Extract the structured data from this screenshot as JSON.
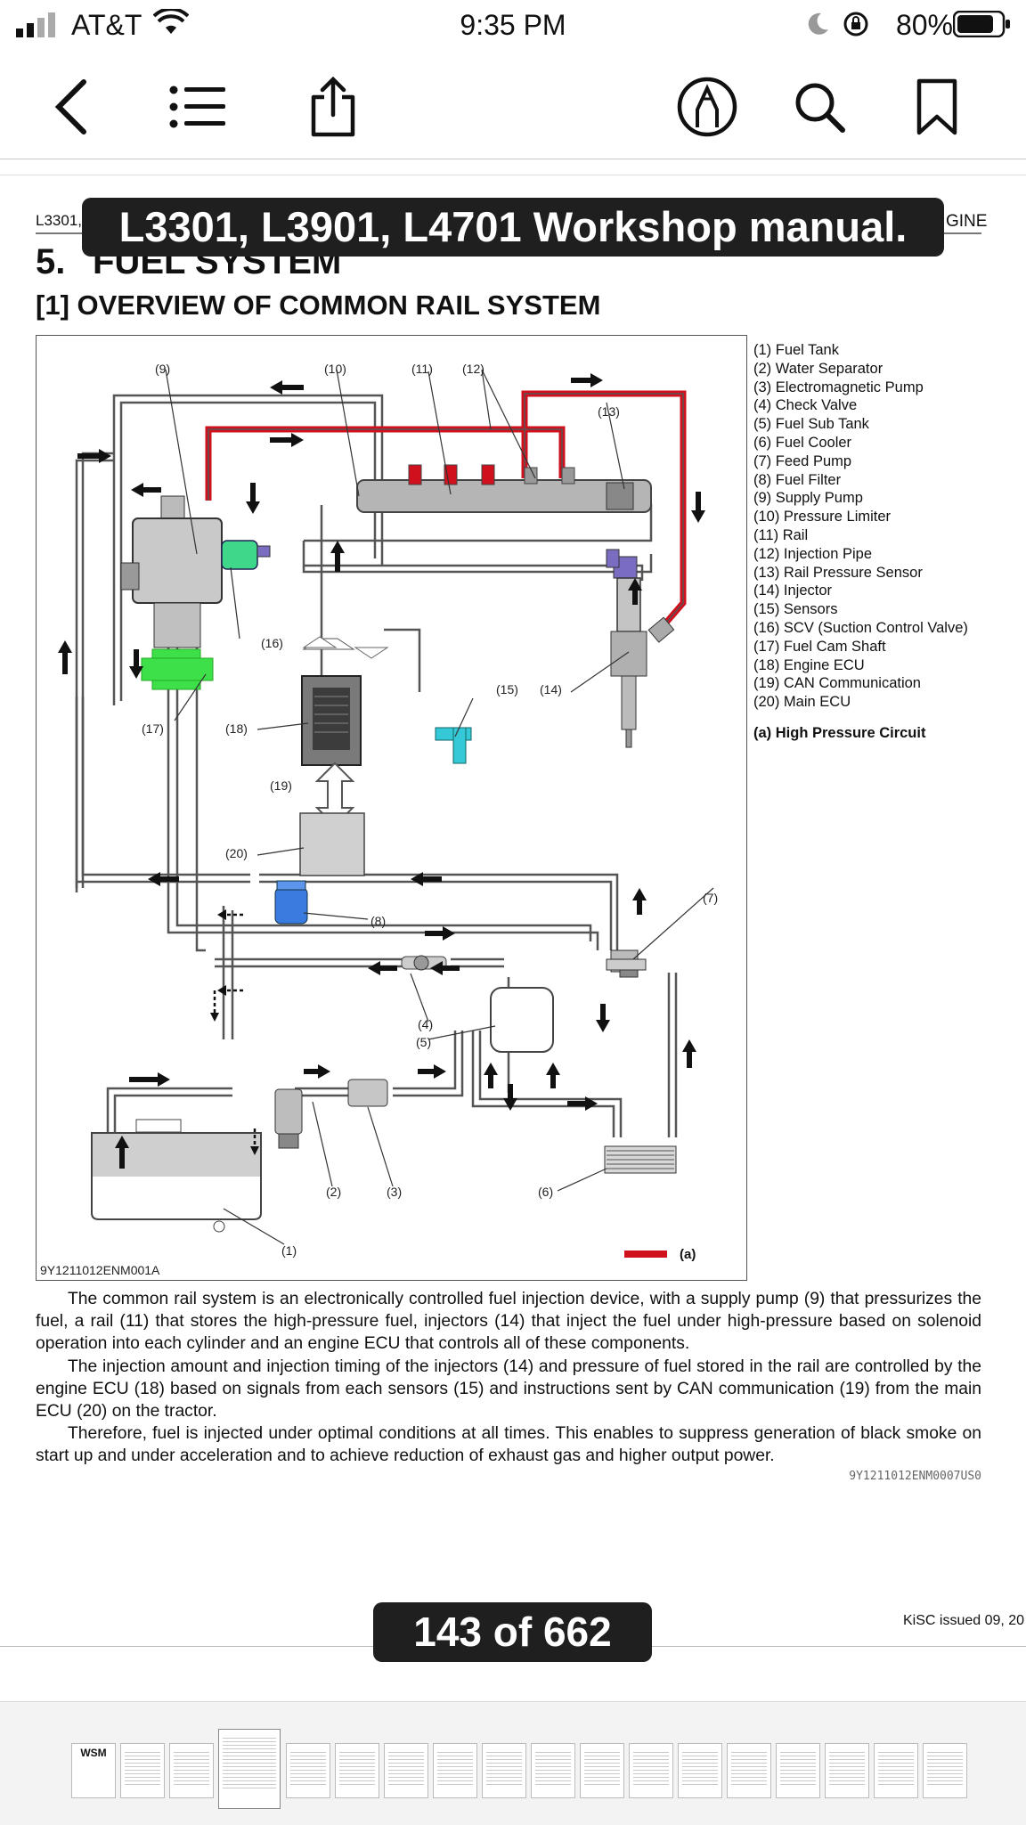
{
  "status_bar": {
    "carrier": "AT&T",
    "time": "9:35 PM",
    "battery": "80%"
  },
  "toolbar": {
    "icons": [
      "back-chevron-icon",
      "outline-list-icon",
      "share-icon",
      "markup-pen-icon",
      "search-icon",
      "bookmark-icon"
    ]
  },
  "document": {
    "overlay_title": "L3301, L3901, L4701 Workshop manual.",
    "header_left": "L3301,",
    "header_right": "GINE",
    "section_number": "5.",
    "section_title": "FUEL SYSTEM",
    "subsection": "[1]  OVERVIEW OF COMMON RAIL SYSTEM",
    "figure_code": "9Y1211012ENM001A",
    "legend": [
      "(1)  Fuel Tank",
      "(2)  Water Separator",
      "(3)  Electromagnetic Pump",
      "(4)  Check Valve",
      "(5)  Fuel Sub Tank",
      "(6)  Fuel Cooler",
      "(7)  Feed Pump",
      "(8)  Fuel Filter",
      "(9)  Supply Pump",
      "(10) Pressure Limiter",
      "(11) Rail",
      "(12) Injection Pipe",
      "(13) Rail Pressure Sensor",
      "(14) Injector",
      "(15) Sensors",
      "(16) SCV (Suction Control Valve)",
      "(17) Fuel Cam Shaft",
      "(18) Engine ECU",
      "(19) CAN Communication",
      "(20) Main ECU"
    ],
    "legend_hp": "(a)  High Pressure Circuit",
    "diagram_labels": {
      "l1": "(1)",
      "l2": "(2)",
      "l3": "(3)",
      "l4": "(4)",
      "l5": "(5)",
      "l6": "(6)",
      "l7": "(7)",
      "l8": "(8)",
      "l9": "(9)",
      "l10": "(10)",
      "l11": "(11)",
      "l12": "(12)",
      "l13": "(13)",
      "l14": "(14)",
      "l15": "(15)",
      "l16": "(16)",
      "l17": "(17)",
      "l18": "(18)",
      "l19": "(19)",
      "l20": "(20)",
      "la": "(a)"
    },
    "paragraphs": [
      "The common rail system is an electronically controlled fuel injection device, with a supply pump (9) that pressurizes the fuel, a rail (11) that stores the high-pressure fuel, injectors (14) that inject the fuel under high-pressure based on solenoid operation into each cylinder and an engine ECU that controls all of these components.",
      "The injection amount and injection timing of the injectors (14) and pressure of fuel stored in the rail are controlled by the engine ECU (18) based on signals from each sensors (15) and instructions sent by CAN communication (19) from the main ECU (20) on the tractor.",
      "Therefore, fuel is injected under optimal conditions at all times. This enables to suppress generation of black smoke on start up and under acceleration and to achieve reduction of exhaust gas and higher output power."
    ],
    "text_code": "9Y1211012ENM0007US0",
    "footer_right": "KiSC issued 09, 20",
    "page_indicator": "143 of 662"
  },
  "thumbnails": {
    "first_label": "WSM",
    "count": 18,
    "selected_index": 3
  },
  "colors": {
    "high_pressure": "#d0101c",
    "scv_green": "#3fd88a",
    "cam_green": "#3ee04a",
    "filter_blue": "#3a7be0",
    "sensor_cyan": "#35c9d8",
    "overlay_bg": "#1f1f1f"
  }
}
